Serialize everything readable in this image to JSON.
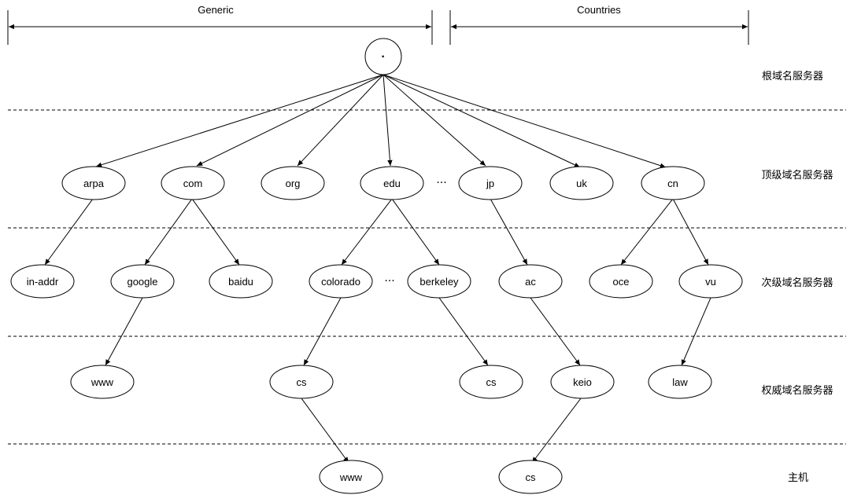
{
  "ranges": {
    "generic": "Generic",
    "countries": "Countries"
  },
  "levels": {
    "root": "根域名服务器",
    "tld": "顶级域名服务器",
    "second": "次级域名服务器",
    "authoritative": "权威域名服务器",
    "host": "主机"
  },
  "nodes": {
    "root": "·",
    "arpa": "arpa",
    "com": "com",
    "org": "org",
    "edu": "edu",
    "jp": "jp",
    "uk": "uk",
    "cn": "cn",
    "in_addr": "in-addr",
    "google": "google",
    "baidu": "baidu",
    "colorado": "colorado",
    "berkeley": "berkeley",
    "ac": "ac",
    "oce": "oce",
    "vu": "vu",
    "google_www": "www",
    "colorado_cs": "cs",
    "berkeley_cs": "cs",
    "keio": "keio",
    "law": "law",
    "colorado_cs_www": "www",
    "keio_cs": "cs"
  },
  "ellipses": {
    "tld": "···",
    "second": "···"
  }
}
